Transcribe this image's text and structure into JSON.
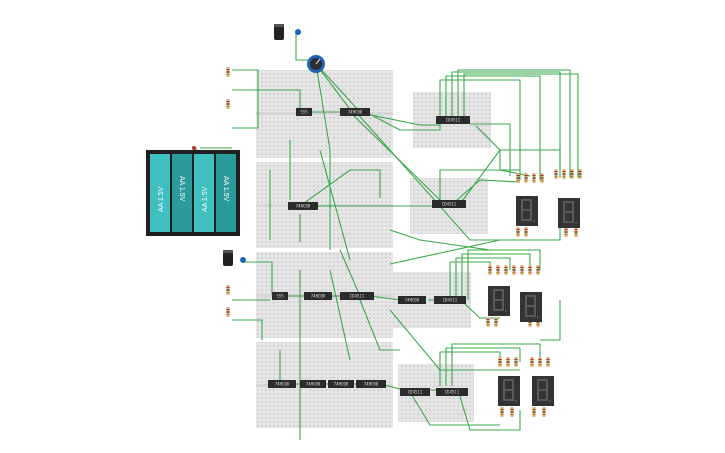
{
  "colors": {
    "background": "#ffffff",
    "breadboard": "#e6e6e6",
    "breadboard_rail": "#f2dede",
    "hole": "#8a8a8a",
    "wire": "#3aa84a",
    "chip": "#2b2b2b",
    "chip_text": "#dddddd",
    "battery_case": "#1f1f1f",
    "battery_cell": "#3fbfbf",
    "battery_cell_dark": "#2a9a9a",
    "display": "#333333",
    "segment_off": "#5a5a5a",
    "resistor": "#d9b07a",
    "capacitor": "#222222",
    "led_blue": "#1e64b4",
    "pot": "#1e64b4"
  },
  "icons": {
    "battery": "battery-pack-icon",
    "capacitor": "electrolytic-capacitor-icon",
    "potentiometer": "potentiometer-icon",
    "display": "seven-segment-display-icon",
    "resistor": "resistor-icon",
    "led": "led-icon"
  },
  "battery": {
    "cells": [
      "AA 1.5V",
      "AA 1.5V",
      "AA 1.5V",
      "AA 1.5V"
    ]
  },
  "chips": [
    {
      "label": "555"
    },
    {
      "label": "74HC08"
    },
    {
      "label": "CD4511"
    },
    {
      "label": "74HC08"
    },
    {
      "label": "CD4511"
    },
    {
      "label": "555"
    },
    {
      "label": "74HC08"
    },
    {
      "label": "CD4511"
    },
    {
      "label": "74HC08"
    },
    {
      "label": "CD4511"
    },
    {
      "label": "74HC08"
    },
    {
      "label": "74HC08"
    },
    {
      "label": "74HC08"
    },
    {
      "label": "74HC08"
    },
    {
      "label": "CD4511"
    },
    {
      "label": "CD4511"
    }
  ],
  "displays": [
    {
      "digit": "8"
    },
    {
      "digit": "8"
    },
    {
      "digit": "8"
    },
    {
      "digit": "8"
    },
    {
      "digit": "8"
    },
    {
      "digit": "8"
    }
  ]
}
